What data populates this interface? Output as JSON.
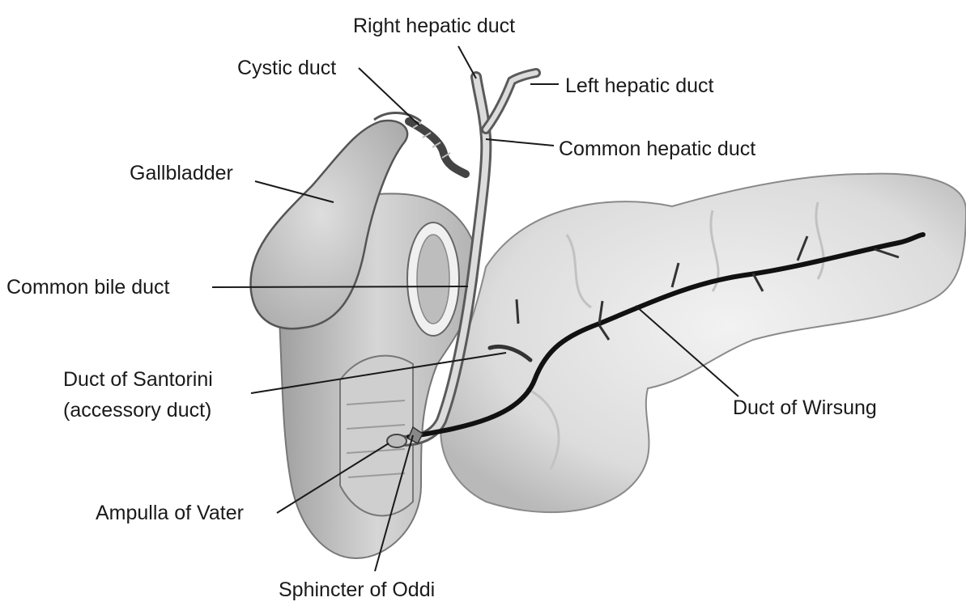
{
  "labels": {
    "right_hepatic_duct": "Right hepatic duct",
    "cystic_duct": "Cystic duct",
    "left_hepatic_duct": "Left hepatic duct",
    "common_hepatic_duct": "Common hepatic duct",
    "gallbladder": "Gallbladder",
    "common_bile_duct": "Common bile duct",
    "duct_of_santorini_line1": "Duct of Santorini",
    "duct_of_santorini_line2": "(accessory duct)",
    "duct_of_wirsung": "Duct of Wirsung",
    "ampulla_of_vater": "Ampulla of Vater",
    "sphincter_of_oddi": "Sphincter of Oddi"
  },
  "colors": {
    "background": "#ffffff",
    "tissue_light": "#e6e6e6",
    "tissue_mid": "#c8c8c8",
    "tissue_dark": "#8a8a8a",
    "duct_dark": "#111111",
    "text": "#1a1a1a"
  }
}
